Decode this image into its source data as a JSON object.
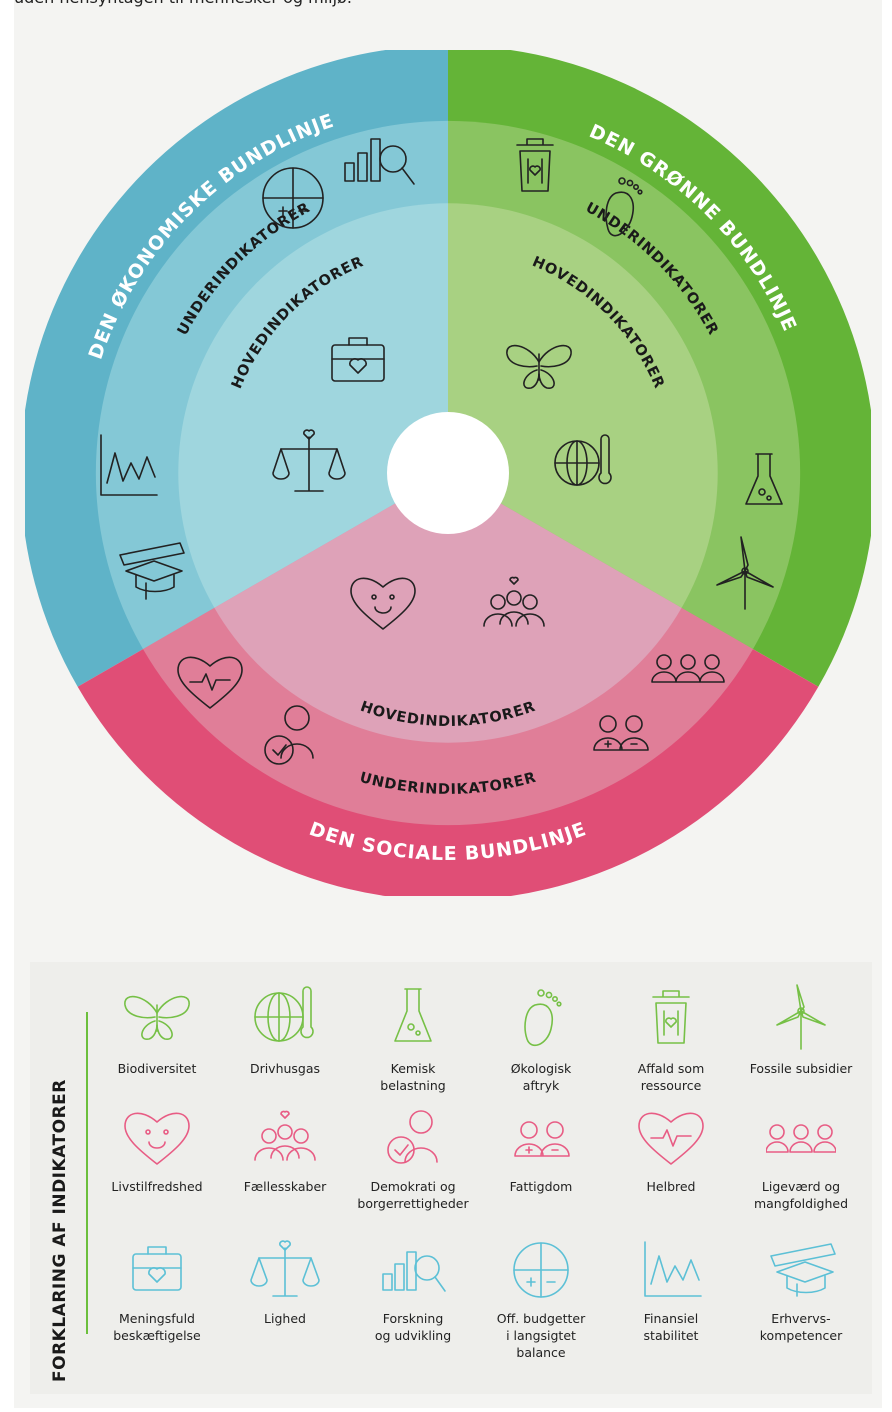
{
  "intro_text": "uden hensyntagen til mennesker og miljø.",
  "colors": {
    "economic_outer": "#5fb3c8",
    "economic_mid": "#84c8d6",
    "economic_inner": "#9fd6de",
    "green_outer": "#64b437",
    "green_mid": "#8ac461",
    "green_inner": "#a8d182",
    "social_outer": "#e04e76",
    "social_mid": "#e07e98",
    "social_inner": "#dea2b8",
    "legend_green": "#76c046",
    "legend_pink": "#e85c84",
    "legend_blue": "#5cc0d6"
  },
  "wheel": {
    "economic": {
      "title": "DEN ØKONOMISKE BUNDLINJE",
      "sub": "UNDERINDIKATORER",
      "main": "HOVEDINDIKATORER"
    },
    "green": {
      "title": "DEN GRØNNE BUNDLINJE",
      "sub": "UNDERINDIKATORER",
      "main": "HOVEDINDIKATORER"
    },
    "social": {
      "title": "DEN SOCIALE BUNDLINJE",
      "sub": "UNDERINDIKATORER",
      "main": "HOVEDINDIKATORER"
    }
  },
  "legend": {
    "title": "FORKLARING AF INDIKATORER",
    "items": [
      {
        "label": "Biodiversitet",
        "icon": "butterfly-icon",
        "color": "green"
      },
      {
        "label": "Drivhusgas",
        "icon": "globe-thermometer-icon",
        "color": "green"
      },
      {
        "label": "Kemisk\nbelastning",
        "icon": "flask-icon",
        "color": "green"
      },
      {
        "label": "Økologisk\naftryk",
        "icon": "footprint-icon",
        "color": "green"
      },
      {
        "label": "Affald som\nressource",
        "icon": "trash-bin-icon",
        "color": "green"
      },
      {
        "label": "Fossile subsidier",
        "icon": "wind-turbine-icon",
        "color": "green"
      },
      {
        "label": "Livstilfredshed",
        "icon": "smiling-heart-icon",
        "color": "pink"
      },
      {
        "label": "Fællesskaber",
        "icon": "community-icon",
        "color": "pink"
      },
      {
        "label": "Demokrati og\nborgerrettigheder",
        "icon": "person-check-icon",
        "color": "pink"
      },
      {
        "label": "Fattigdom",
        "icon": "plus-minus-people-icon",
        "color": "pink"
      },
      {
        "label": "Helbred",
        "icon": "heartbeat-icon",
        "color": "pink"
      },
      {
        "label": "Ligeværd og\nmangfoldighed",
        "icon": "three-people-icon",
        "color": "pink"
      },
      {
        "label": "Meningsfuld\nbeskæftigelse",
        "icon": "briefcase-heart-icon",
        "color": "blue"
      },
      {
        "label": "Lighed",
        "icon": "scales-icon",
        "color": "blue"
      },
      {
        "label": "Forskning\nog udvikling",
        "icon": "bars-magnifier-icon",
        "color": "blue"
      },
      {
        "label": "Off. budgetter\ni langsigtet\nbalance",
        "icon": "pie-chart-icon",
        "color": "blue"
      },
      {
        "label": "Finansiel\nstabilitet",
        "icon": "line-graph-icon",
        "color": "blue"
      },
      {
        "label": "Erhvervs-\nkompetencer",
        "icon": "graduation-saw-icon",
        "color": "blue"
      }
    ]
  }
}
